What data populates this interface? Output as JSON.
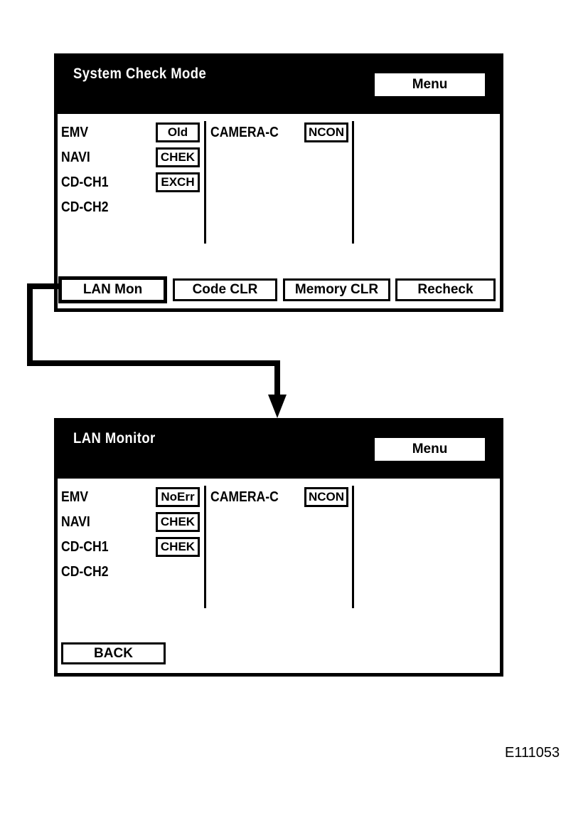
{
  "colors": {
    "fg": "#000000",
    "bg": "#ffffff"
  },
  "figure_label": "E111053",
  "screens": {
    "screen1": {
      "title": "System Check Mode",
      "menu_label": "Menu",
      "left_rows": [
        {
          "label": "EMV",
          "status": "Old"
        },
        {
          "label": "NAVI",
          "status": "CHEK"
        },
        {
          "label": "CD-CH1",
          "status": "EXCH"
        },
        {
          "label": "CD-CH2",
          "status": ""
        }
      ],
      "right_rows": [
        {
          "label": "CAMERA-C",
          "status": "NCON"
        }
      ],
      "footer_buttons": [
        {
          "label": "LAN Mon",
          "highlighted": true
        },
        {
          "label": "Code CLR",
          "highlighted": false
        },
        {
          "label": "Memory CLR",
          "highlighted": false
        },
        {
          "label": "Recheck",
          "highlighted": false
        }
      ]
    },
    "screen2": {
      "title": "LAN Monitor",
      "menu_label": "Menu",
      "left_rows": [
        {
          "label": "EMV",
          "status": "NoErr"
        },
        {
          "label": "NAVI",
          "status": "CHEK"
        },
        {
          "label": "CD-CH1",
          "status": "CHEK"
        },
        {
          "label": "CD-CH2",
          "status": ""
        }
      ],
      "right_rows": [
        {
          "label": "CAMERA-C",
          "status": "NCON"
        }
      ],
      "footer_buttons": [
        {
          "label": "BACK",
          "highlighted": false
        }
      ]
    }
  }
}
